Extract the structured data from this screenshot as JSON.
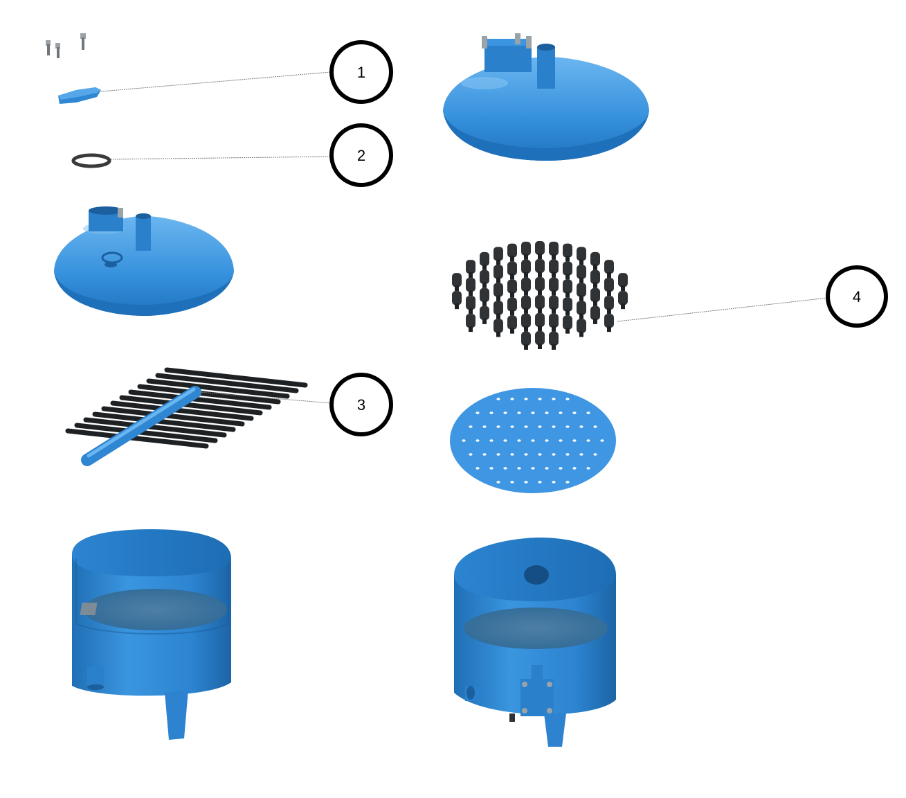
{
  "callouts": [
    {
      "id": "1",
      "label": "1"
    },
    {
      "id": "2",
      "label": "2"
    },
    {
      "id": "3",
      "label": "3"
    },
    {
      "id": "4",
      "label": "4"
    }
  ],
  "colors": {
    "part_blue": "#2f86d2",
    "part_blue_light": "#5aa8ea",
    "part_blue_dark": "#1f6fb5",
    "nozzle_dark": "#2f3336",
    "leader_line": "#7a7a7a",
    "callout_ring": "#000000"
  },
  "parts": [
    "bolts",
    "cover-plate",
    "o-ring",
    "dome-lid-assembled",
    "dome-lid",
    "nozzle-set",
    "lateral-manifold",
    "nozzle-plate",
    "vessel-body-left",
    "vessel-body-right"
  ]
}
